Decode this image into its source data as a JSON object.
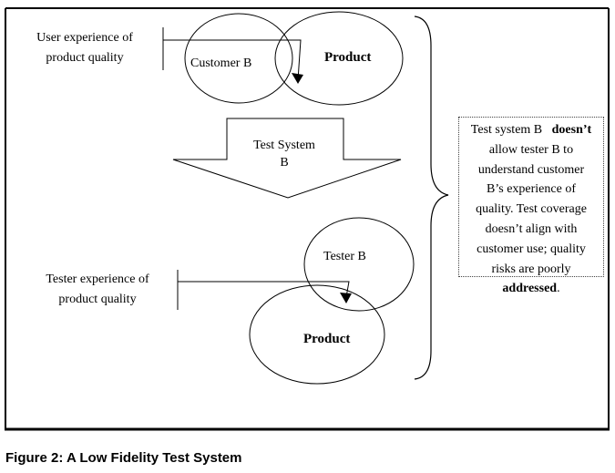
{
  "diagram": {
    "user_experience_label": [
      "User experience of",
      "product quality"
    ],
    "customer_label": "Customer B",
    "product_top_label": "Product",
    "test_system_label": [
      "Test System",
      "B"
    ],
    "tester_experience_label": [
      "Tester experience of",
      "product quality"
    ],
    "tester_label": "Tester B",
    "product_bottom_label": "Product",
    "note": {
      "line1_prefix": "Test system B",
      "line1_bold": "doesn’t",
      "line2": "allow tester B to",
      "line3": "understand customer",
      "line4": "B’s experience of",
      "line5": "quality. Test coverage",
      "line6": "doesn’t align with",
      "line7": "customer use; quality",
      "line8": "risks are poorly",
      "line9_bold": "addressed",
      "line9_suffix": "."
    }
  },
  "caption": "Figure 2: A Low Fidelity Test System"
}
